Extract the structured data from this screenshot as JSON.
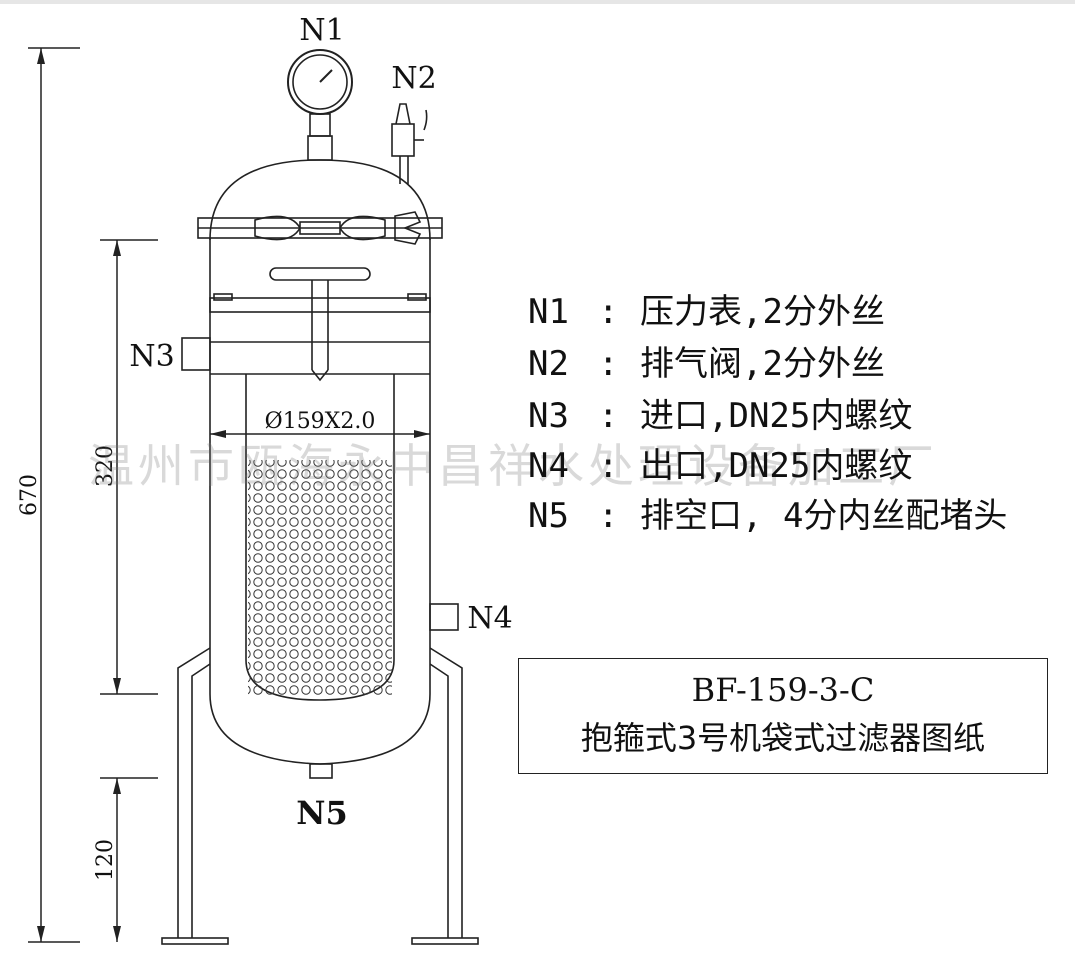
{
  "nozzles": {
    "n1": "N1",
    "n2": "N2",
    "n3": "N3",
    "n4": "N4",
    "n5": "N5"
  },
  "dimensions": {
    "total_height": "670",
    "body_height": "320",
    "leg_height": "120",
    "diameter": "Ø159X2.0"
  },
  "legend": [
    {
      "code": "N1",
      "sep": ":",
      "desc": "压力表,2分外丝"
    },
    {
      "code": "N2",
      "sep": ":",
      "desc": "排气阀,2分外丝"
    },
    {
      "code": "N3",
      "sep": ":",
      "desc": "进口,DN25内螺纹"
    },
    {
      "code": "N4",
      "sep": ":",
      "desc": "出口,DN25内螺纹"
    },
    {
      "code": "N5",
      "sep": ":",
      "desc": "排空口, 4分内丝配堵头"
    }
  ],
  "title_block": {
    "model": "BF-159-3-C",
    "name": "抱箍式3号机袋式过滤器图纸"
  },
  "watermark": "温州市瓯海永中昌祥水处理设备加工厂"
}
